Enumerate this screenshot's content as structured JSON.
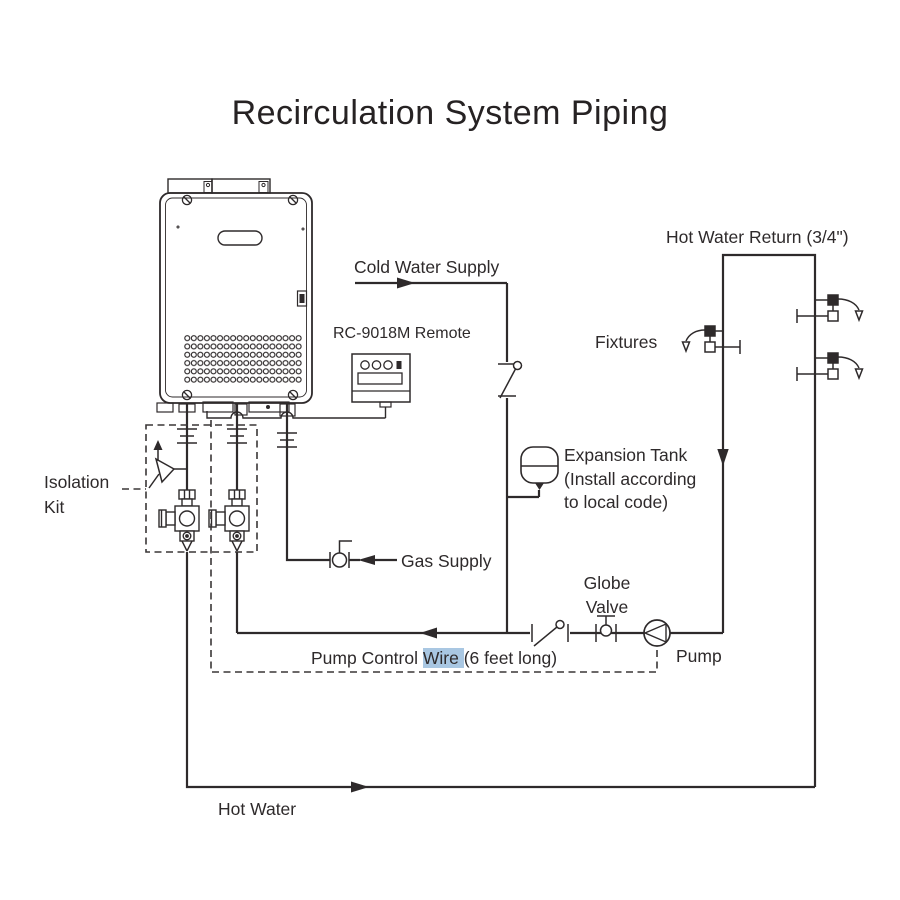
{
  "title": "Recirculation System Piping",
  "labels": {
    "cold_water_supply": "Cold Water Supply",
    "remote": "RC-9018M Remote",
    "hot_water_return": "Hot Water Return (3/4\")",
    "fixtures": "Fixtures",
    "expansion_tank": "Expansion Tank\n(Install according\nto local code)",
    "gas_supply": "Gas Supply",
    "globe_valve_line1": "Globe",
    "globe_valve_line2": "Valve",
    "pump": "Pump",
    "pump_control_prefix": "Pump Control ",
    "pump_control_highlight": "Wire ",
    "pump_control_suffix": "(6 feet long)",
    "isolation_kit_line1": "Isolation",
    "isolation_kit_line2": "Kit",
    "hot_water": "Hot Water"
  },
  "colors": {
    "line": "#2e2a2b",
    "highlight": "#a9c7e2",
    "background": "#ffffff"
  }
}
